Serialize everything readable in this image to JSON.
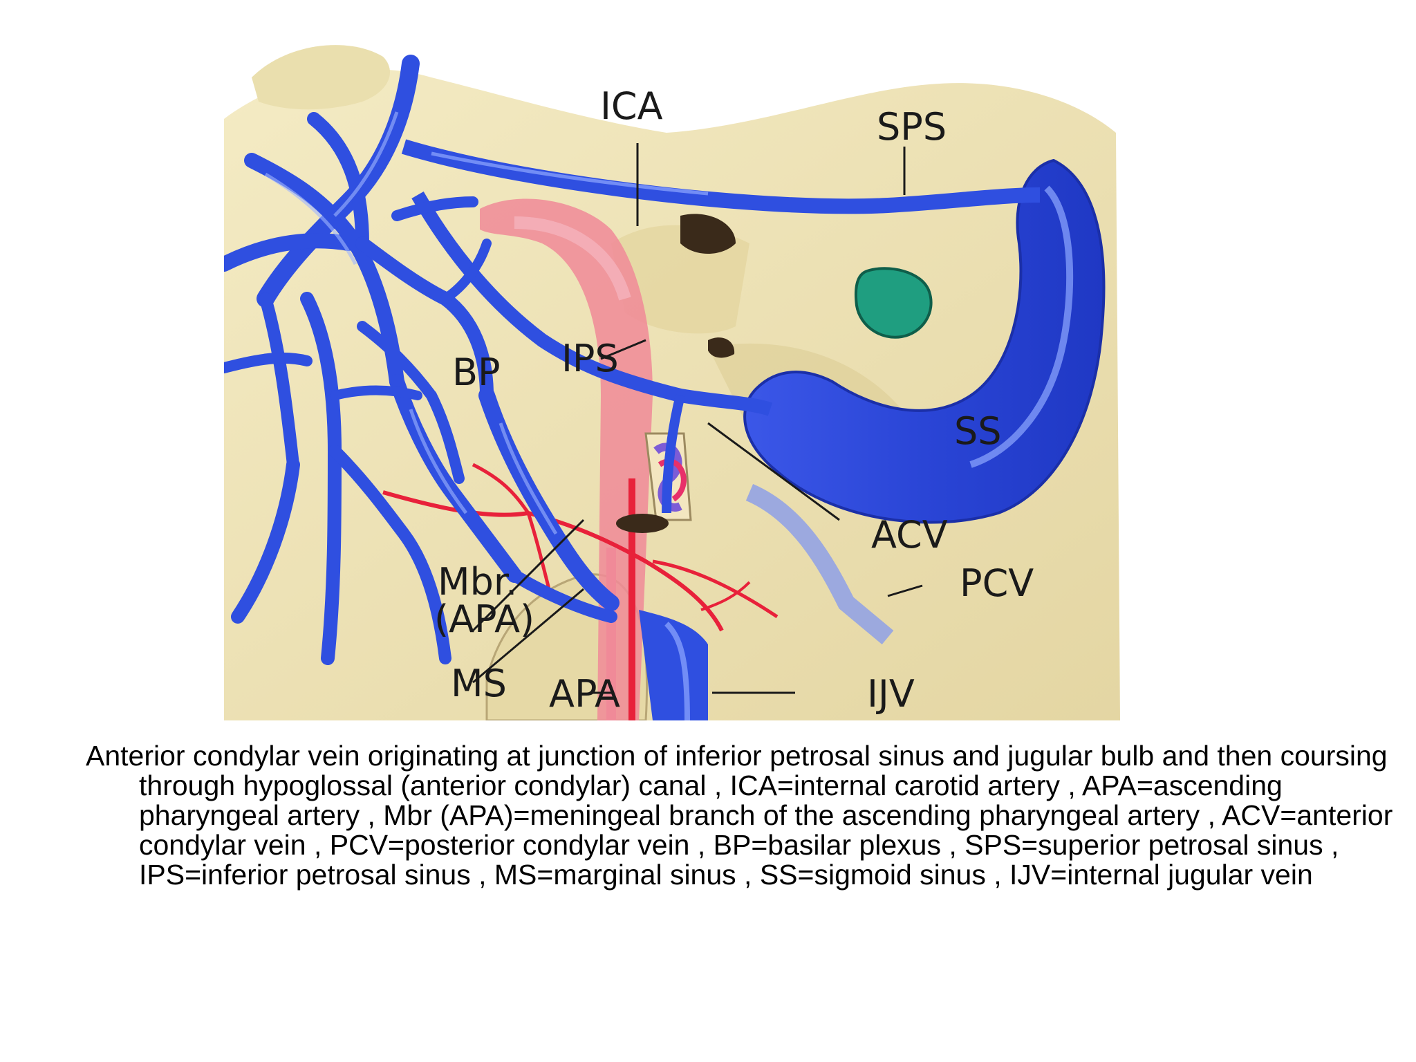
{
  "figure": {
    "labels": {
      "ica": "ICA",
      "sps": "SPS",
      "bp": "BP",
      "ips": "IPS",
      "ss": "SS",
      "acv": "ACV",
      "pcv": "PCV",
      "mbr": "Mbr.",
      "mbr_apa": "(APA)",
      "ms": "MS",
      "apa": "APA",
      "ijv": "IJV"
    },
    "colors": {
      "vein": "#2f4fe0",
      "vein_highlight": "#8ea8ff",
      "artery": "#e8213a",
      "artery_pale": "#f08a98",
      "bone": "#efe4b6",
      "bone_shadow": "#c9b98a",
      "nerve": "#1f9e80"
    }
  },
  "caption": {
    "text": "Anterior condylar vein originating at junction of inferior petrosal sinus and jugular bulb and then coursing through hypoglossal (anterior condylar) canal , ICA=internal carotid artery , APA=ascending pharyngeal artery , Mbr (APA)=meningeal branch of the ascending pharyngeal artery , ACV=anterior condylar vein , PCV=posterior condylar vein , BP=basilar plexus , SPS=superior petrosal sinus , IPS=inferior petrosal sinus , MS=marginal sinus , SS=sigmoid sinus , IJV=internal jugular vein"
  }
}
